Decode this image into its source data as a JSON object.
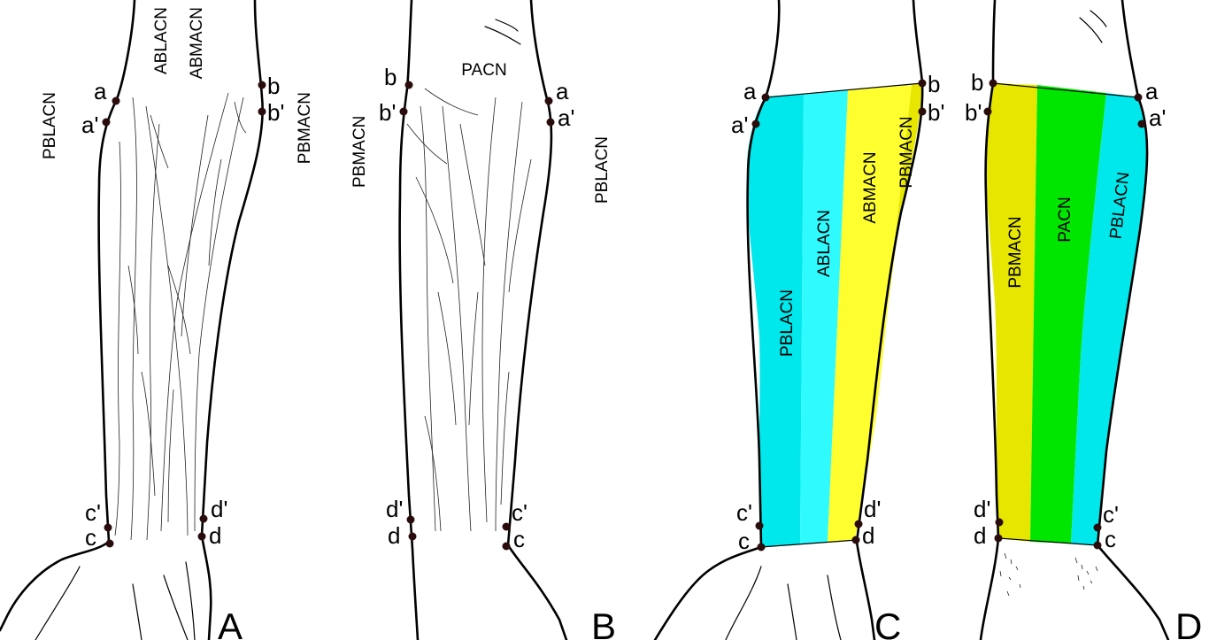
{
  "colors": {
    "pblacn": "#00e8ec",
    "ablacn": "#2ffbff",
    "abmacn": "#ffff30",
    "pbmacn": "#e6e600",
    "pacn": "#00e600",
    "outline": "#000000",
    "point": "#2a0c0c"
  },
  "panels": {
    "a": {
      "letter": "A",
      "labels": {
        "pblacn": "PBLACN",
        "ablacn": "ABLACN",
        "abmacn": "ABMACN",
        "pbmacn": "PBMACN"
      },
      "points": {
        "a": "a",
        "a_prime": "a'",
        "b": "b",
        "b_prime": "b'",
        "c": "c",
        "c_prime": "c'",
        "d": "d",
        "d_prime": "d'"
      }
    },
    "b": {
      "letter": "B",
      "labels": {
        "pacn": "PACN",
        "pbmacn": "PBMACN",
        "pblacn": "PBLACN"
      },
      "points": {
        "a": "a",
        "a_prime": "a'",
        "b": "b",
        "b_prime": "b'",
        "c": "c",
        "c_prime": "c'",
        "d": "d",
        "d_prime": "d'"
      }
    },
    "c": {
      "letter": "C",
      "labels": {
        "pblacn": "PBLACN",
        "ablacn": "ABLACN",
        "abmacn": "ABMACN",
        "pbmacn": "PBMACN"
      },
      "points": {
        "a": "a",
        "a_prime": "a'",
        "b": "b",
        "b_prime": "b'",
        "c": "c",
        "c_prime": "c'",
        "d": "d",
        "d_prime": "d'"
      }
    },
    "d": {
      "letter": "D",
      "labels": {
        "pbmacn": "PBMACN",
        "pacn": "PACN",
        "pblacn": "PBLACN"
      },
      "points": {
        "a": "a",
        "a_prime": "a'",
        "b": "b",
        "b_prime": "b'",
        "c": "c",
        "c_prime": "c'",
        "d": "d",
        "d_prime": "d'"
      }
    }
  }
}
